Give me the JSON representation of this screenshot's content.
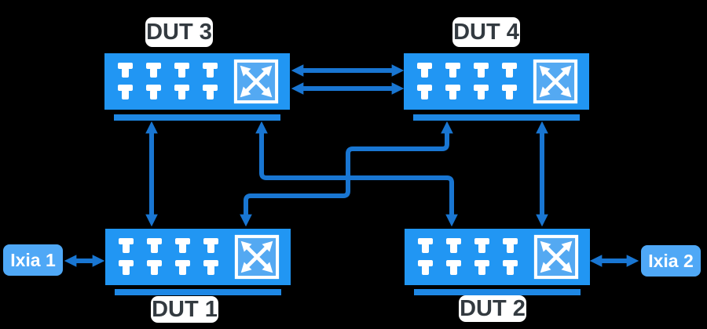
{
  "diagram": {
    "type": "network-test-topology",
    "background": "#000000",
    "colors": {
      "switch_body": "#2196F3",
      "switch_base_bar": "#1E88E5",
      "arrow": "#1976D2",
      "ixia_box": "#4FA8F6",
      "icon_square_fill": "#54A9F2",
      "label_box_bg": "#FFFFFF",
      "label_text": "#333A40",
      "port_color": "#FFFFFF"
    },
    "devices": [
      {
        "id": "dut3",
        "label": "DUT 3",
        "type": "switch",
        "ports": 8
      },
      {
        "id": "dut4",
        "label": "DUT 4",
        "type": "switch",
        "ports": 8
      },
      {
        "id": "dut1",
        "label": "DUT 1",
        "type": "switch",
        "ports": 8
      },
      {
        "id": "dut2",
        "label": "DUT 2",
        "type": "switch",
        "ports": 8
      }
    ],
    "endpoints": [
      {
        "id": "ixia1",
        "label": "Ixia 1",
        "type": "traffic-generator"
      },
      {
        "id": "ixia2",
        "label": "Ixia 2",
        "type": "traffic-generator"
      }
    ],
    "connections": [
      {
        "from": "DUT 3",
        "to": "DUT 4",
        "style": "straight",
        "arrows": "both",
        "lines": 2
      },
      {
        "from": "DUT 3",
        "to": "DUT 1",
        "style": "straight",
        "arrows": "both",
        "lines": 1
      },
      {
        "from": "DUT 4",
        "to": "DUT 2",
        "style": "straight",
        "arrows": "both",
        "lines": 1
      },
      {
        "from": "DUT 3",
        "to": "DUT 2",
        "style": "crossover",
        "arrows": "both",
        "lines": 1
      },
      {
        "from": "DUT 4",
        "to": "DUT 1",
        "style": "crossover",
        "arrows": "both",
        "lines": 1
      },
      {
        "from": "Ixia 1",
        "to": "DUT 1",
        "style": "straight",
        "arrows": "both",
        "lines": 1
      },
      {
        "from": "Ixia 2",
        "to": "DUT 2",
        "style": "straight",
        "arrows": "both",
        "lines": 1
      }
    ],
    "icons": {
      "switch_icon": "crossover-arrows-icon",
      "port_icon": "ethernet-port-icon"
    },
    "ports_grid": {
      "rows": 2,
      "cols": 4
    }
  }
}
